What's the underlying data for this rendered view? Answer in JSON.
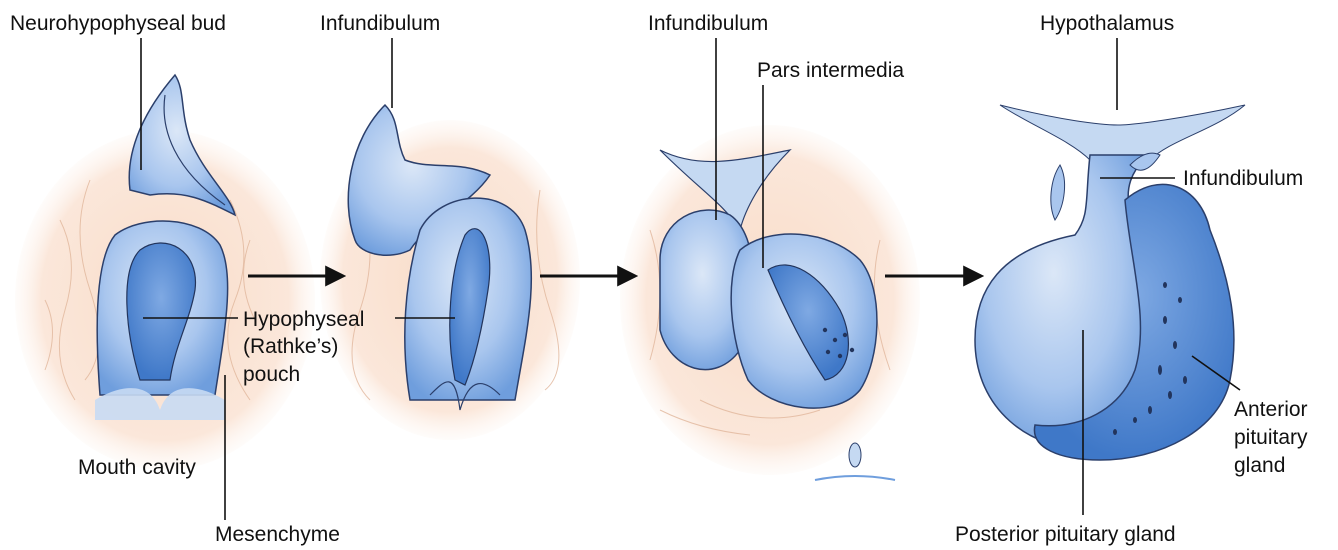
{
  "colors": {
    "mesenchyme": "#f6d6c0",
    "tissue_light": "#c5d9f2",
    "tissue_mid": "#8fb4e6",
    "tissue_dark": "#4f86cf",
    "outline": "#1e2f55",
    "arrow": "#111111",
    "leader": "#111111"
  },
  "stages": [
    {
      "labels": {
        "bud": "Neurohypophyseal bud",
        "pouch_1": "Hypophyseal",
        "pouch_2": "(Rathke’s)",
        "pouch_3": "pouch",
        "mouth": "Mouth cavity",
        "mesenchyme": "Mesenchyme"
      }
    },
    {
      "labels": {
        "infundibulum": "Infundibulum"
      }
    },
    {
      "labels": {
        "infundibulum": "Infundibulum",
        "pars": "Pars intermedia"
      }
    },
    {
      "labels": {
        "hypothalamus": "Hypothalamus",
        "infundibulum": "Infundibulum",
        "anterior_1": "Anterior",
        "anterior_2": "pituitary",
        "anterior_3": "gland",
        "posterior": "Posterior pituitary gland"
      }
    }
  ],
  "arrows": [
    "right-arrow",
    "right-arrow",
    "right-arrow"
  ]
}
